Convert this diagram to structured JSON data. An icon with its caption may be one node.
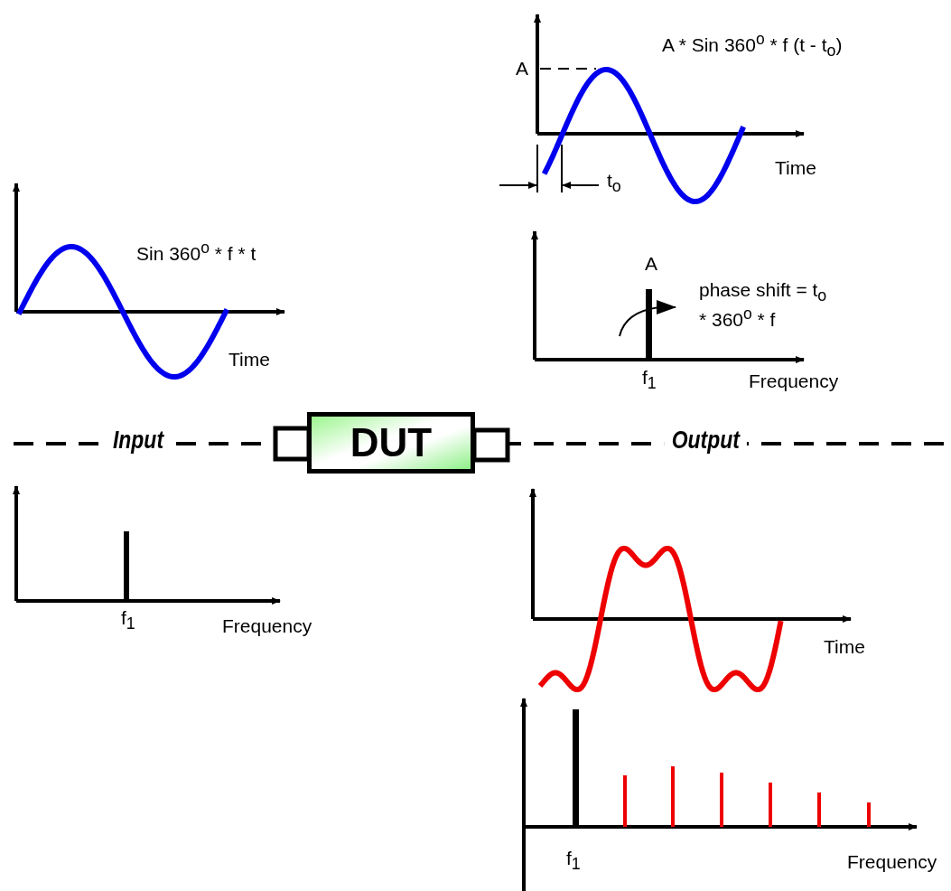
{
  "diagram": {
    "nodes": [
      {
        "text": [
          "DUT"
        ]
      }
    ],
    "edges": [],
    "labels": [
      "A * Sin 360$^{o}$ * f (t - t$_{o}$)",
      "A",
      "Time",
      "t$_{o}$",
      "Sin 360$^{o}$ * f * t",
      "A",
      "phase shift = t$_{o}$ * 360$^{o}$ * f",
      "Time",
      "f$_{1}$",
      "Frequency",
      "Input",
      "Output",
      "f$_{1}$",
      "Frequency",
      "Time",
      "f$_{1}$",
      "Frequency"
    ]
  }
}
